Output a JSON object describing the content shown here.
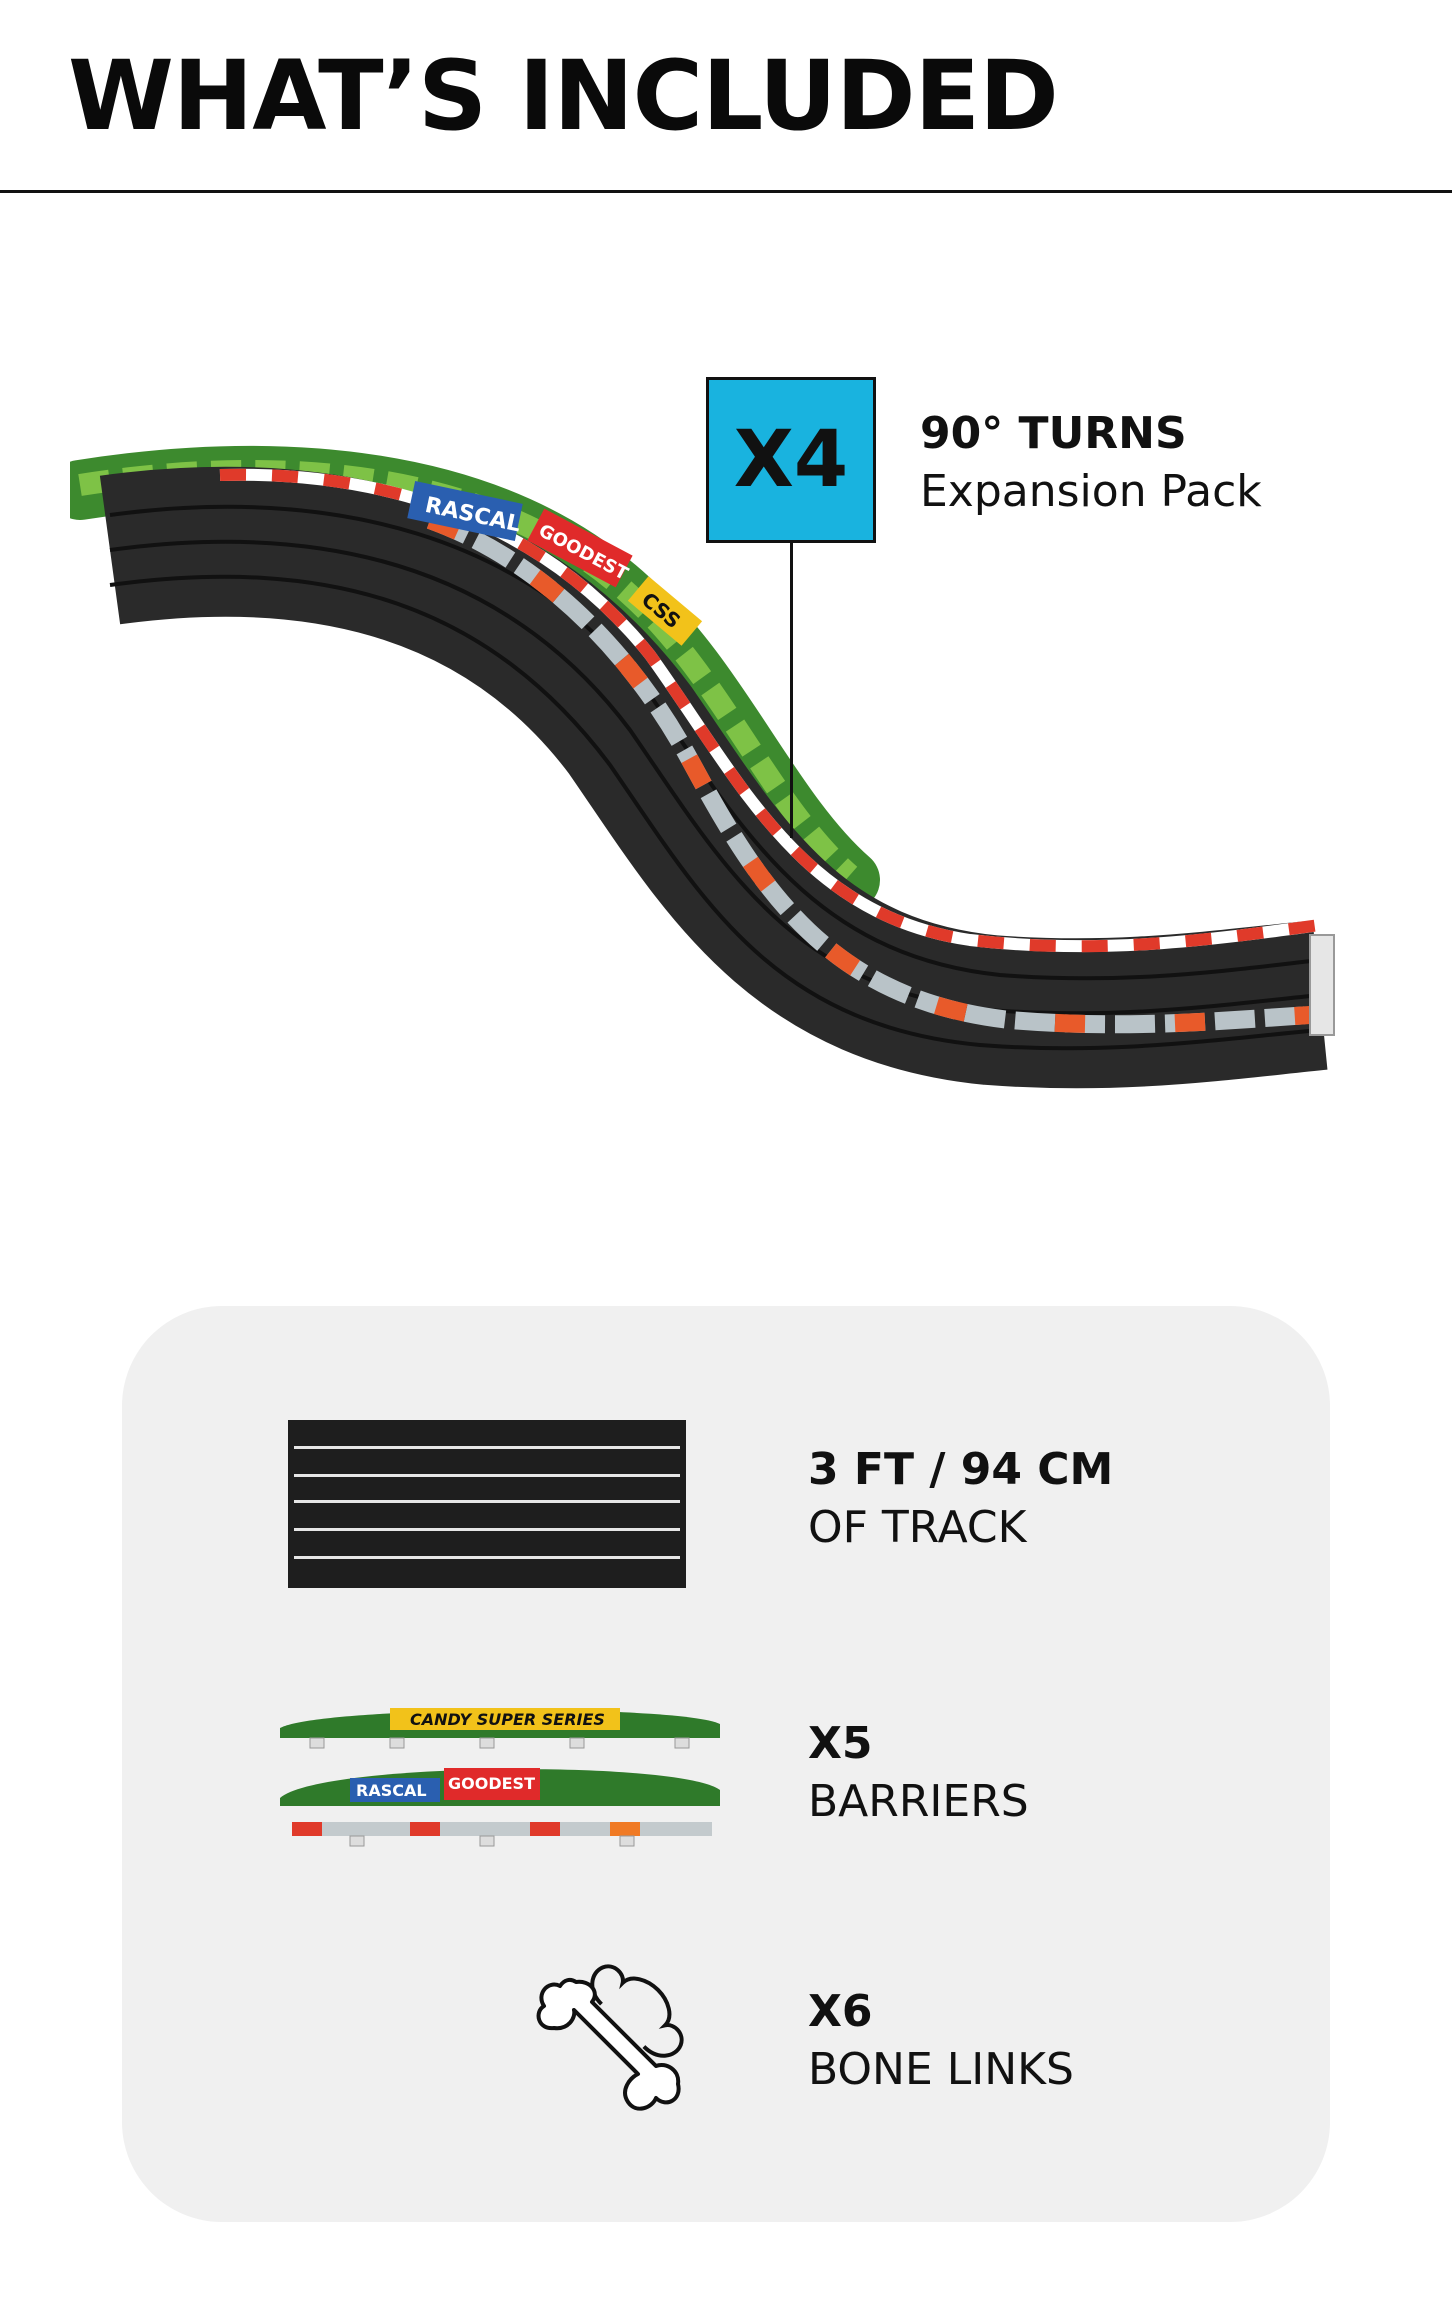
{
  "header": {
    "title": "WHAT’S INCLUDED"
  },
  "badge": {
    "count": "X4",
    "title": "90° TURNS",
    "subtitle": "Expansion Pack"
  },
  "track_art": {
    "signs": [
      "RASCAL",
      "GOODEST",
      "CSS"
    ]
  },
  "items": [
    {
      "title": "3 FT / 94 CM",
      "subtitle": "OF TRACK",
      "icon": "track-piece-icon"
    },
    {
      "title": "X5",
      "subtitle": "BARRIERS",
      "icon": "barriers-icon",
      "signs": [
        "CANDY SUPER SERIES",
        "RASCAL",
        "GOODEST"
      ]
    },
    {
      "title": "X6",
      "subtitle": "BONE LINKS",
      "icon": "bone-link-icon"
    }
  ],
  "colors": {
    "accent": "#19b3df",
    "panel": "#f0f0f0",
    "track": "#2a2a2a",
    "curb_red": "#e03a2a"
  }
}
